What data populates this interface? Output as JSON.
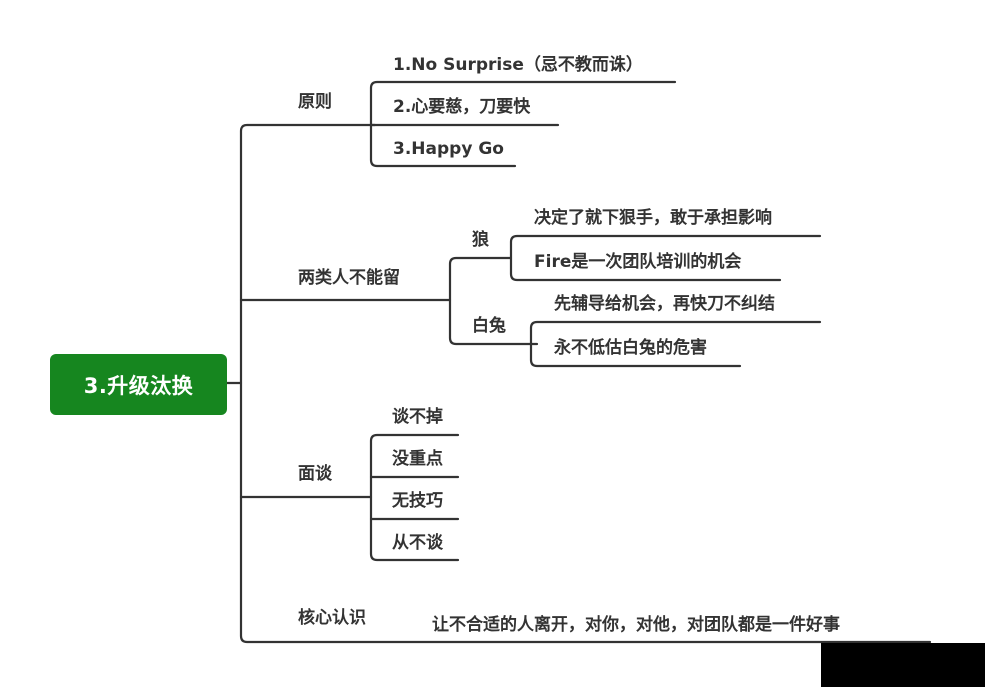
{
  "root": {
    "label": "3.升级汰换",
    "color": "#16861f"
  },
  "branches": [
    {
      "label": "原则",
      "children": [
        {
          "label": "1.No Surprise（忌不教而诛）"
        },
        {
          "label": "2.心要慈，刀要快"
        },
        {
          "label": "3.Happy Go"
        }
      ]
    },
    {
      "label": "两类人不能留",
      "children": [
        {
          "label": "狼",
          "children": [
            {
              "label": "决定了就下狠手，敢于承担影响"
            },
            {
              "label": "Fire是一次团队培训的机会"
            }
          ]
        },
        {
          "label": "白兔",
          "children": [
            {
              "label": "先辅导给机会，再快刀不纠结"
            },
            {
              "label": "永不低估白兔的危害"
            }
          ]
        }
      ]
    },
    {
      "label": "面谈",
      "children": [
        {
          "label": "谈不掉"
        },
        {
          "label": "没重点"
        },
        {
          "label": "无技巧"
        },
        {
          "label": "从不谈"
        }
      ]
    },
    {
      "label": "核心认识",
      "children": [
        {
          "label": "让不合适的人离开，对你，对他，对团队都是一件好事"
        }
      ]
    }
  ],
  "line_color": "#333333"
}
